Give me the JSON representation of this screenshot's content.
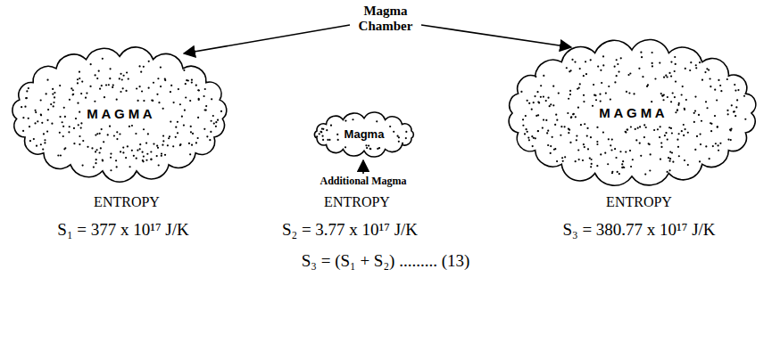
{
  "diagram": {
    "nodes": [
      {
        "text": [
          "M A G M A"
        ]
      },
      {
        "text": [
          "Magma"
        ]
      },
      {
        "text": [
          "M A G M A"
        ]
      }
    ],
    "labels": [
      "Magma Chamber",
      "Additional Magma",
      "ENTROPY",
      "ENTROPY",
      "ENTROPY",
      "S₁ = 377 x 10¹⁷ J/K",
      "S₂ = 3.77 x 10¹⁷ J/K",
      "S₃ = 380.77 x 10¹⁷ J/K",
      "S₃ = (S₁ + S₂) ......... (13)"
    ]
  }
}
